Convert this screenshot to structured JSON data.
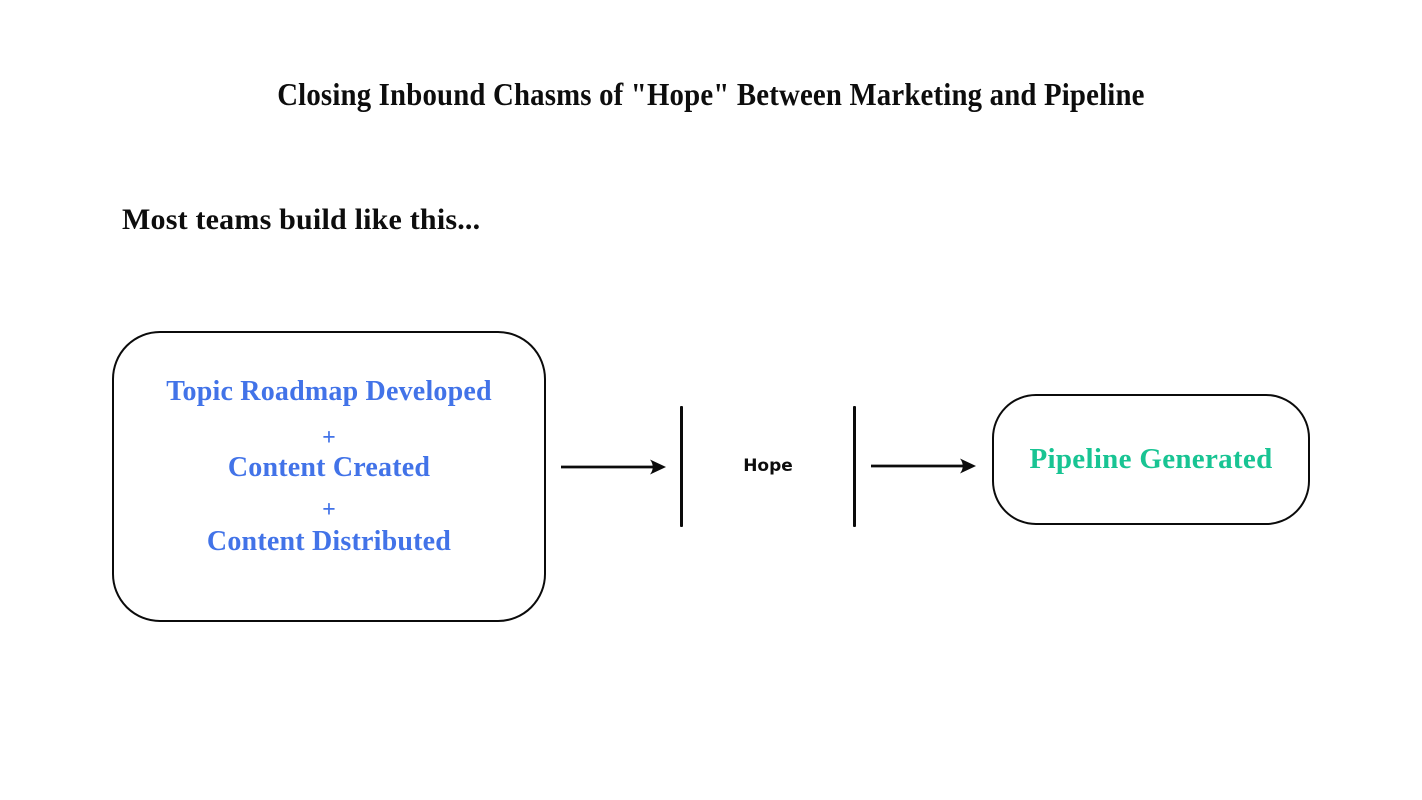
{
  "title": "Closing Inbound Chasms of \"Hope\" Between Marketing and Pipeline",
  "subtitle": "Most teams build like this...",
  "diagram": {
    "input_box": {
      "lines": {
        "line1": "Topic Roadmap Developed",
        "plus1": "+",
        "line2": "Content Created",
        "plus2": "+",
        "line3": "Content Distributed"
      },
      "text_color": "#4273e8"
    },
    "chasm": {
      "label": "Hope"
    },
    "output_box": {
      "label": "Pipeline Generated",
      "text_color": "#18c493"
    },
    "stroke_color": "#0b0b0b"
  },
  "colors": {
    "background": "#ffffff",
    "heading_text": "#0d0d0d",
    "input_text_blue": "#4273e8",
    "output_text_green": "#18c493",
    "line_black": "#0b0b0b"
  }
}
